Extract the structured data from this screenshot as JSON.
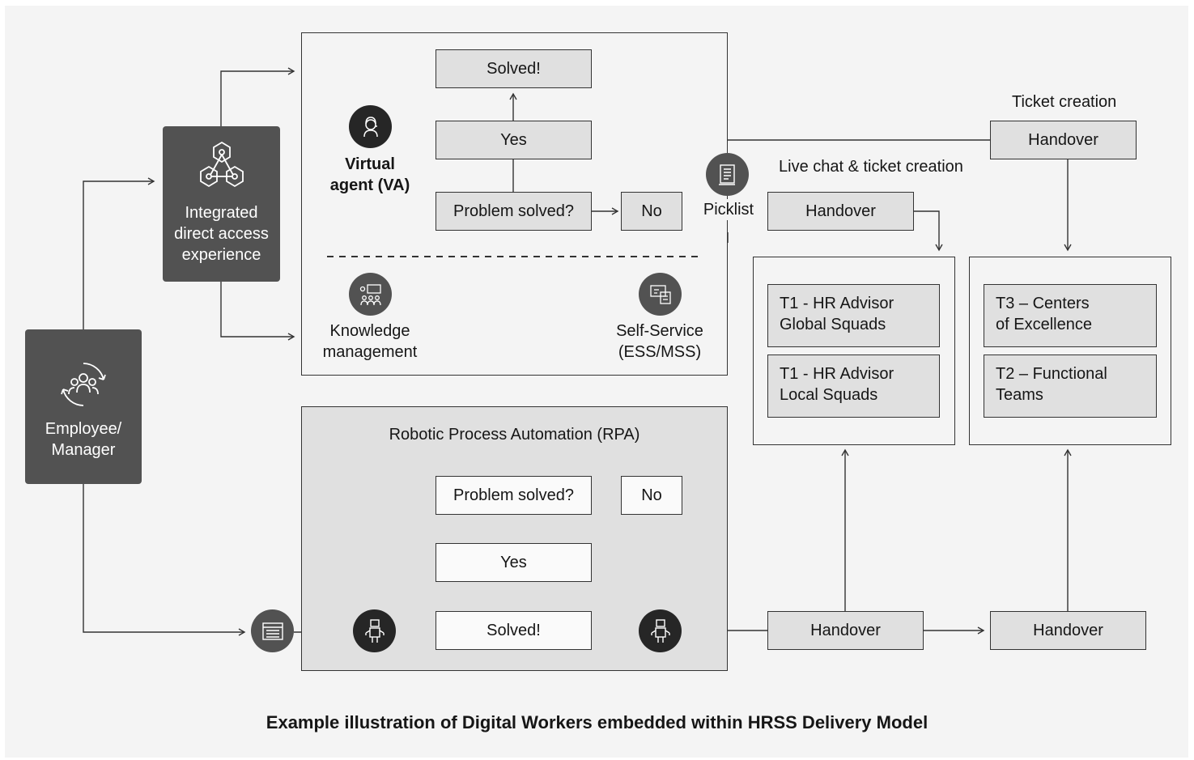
{
  "employee": {
    "label_line1": "Employee/",
    "label_line2": "Manager"
  },
  "integrated": {
    "line1": "Integrated",
    "line2": "direct access",
    "line3": "experience"
  },
  "va_section": {
    "va_line1": "Virtual",
    "va_line2": "agent (VA)",
    "solved": "Solved!",
    "yes": "Yes",
    "problem_solved": "Problem solved?",
    "no": "No",
    "km_line1": "Knowledge",
    "km_line2": "management",
    "ss_line1": "Self-Service",
    "ss_line2": "(ESS/MSS)"
  },
  "picklist": "Picklist",
  "live_chat": {
    "label": "Live chat & ticket creation",
    "handover": "Handover"
  },
  "ticket": {
    "label": "Ticket creation",
    "handover": "Handover"
  },
  "tier1": {
    "global_line1": "T1 - HR Advisor",
    "global_line2": "Global Squads",
    "local_line1": "T1 - HR Advisor",
    "local_line2": "Local Squads"
  },
  "tier23": {
    "t3_line1": "T3 – Centers",
    "t3_line2": "of Excellence",
    "t2_line1": "T2 – Functional",
    "t2_line2": "Teams"
  },
  "rpa": {
    "title": "Robotic Process Automation (RPA)",
    "problem_solved": "Problem solved?",
    "no": "No",
    "yes": "Yes",
    "solved": "Solved!"
  },
  "bottom_handover_1": "Handover",
  "bottom_handover_2": "Handover",
  "caption": "Example illustration of Digital Workers embedded within HRSS Delivery Model",
  "colors": {
    "background": "#f4f4f4",
    "dark_box": "#525252",
    "gray_box": "#e0e0e0",
    "icon_circle": "#262626",
    "line": "#333333"
  },
  "icons": [
    "employee-group-icon",
    "hexagon-network-icon",
    "virtual-agent-icon",
    "knowledge-management-icon",
    "self-service-icon",
    "picklist-icon",
    "document-icon",
    "robot-icon"
  ]
}
